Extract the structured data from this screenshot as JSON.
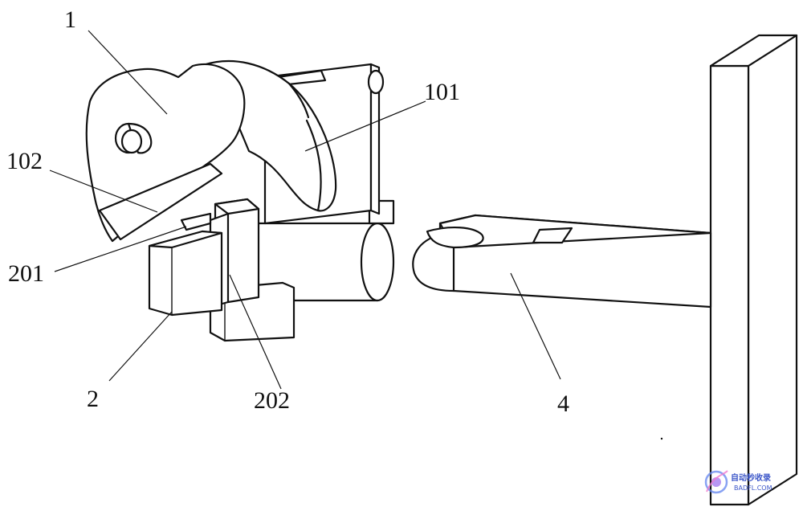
{
  "labels": {
    "l1": "1",
    "l101": "101",
    "l102": "102",
    "l201": "201",
    "l202": "202",
    "l2": "2",
    "l4": "4"
  },
  "watermark": {
    "cn": "自动秒收录",
    "url": "BADFL.COM"
  },
  "colors": {
    "line": "#111111",
    "watermark": "#3a55c8"
  }
}
